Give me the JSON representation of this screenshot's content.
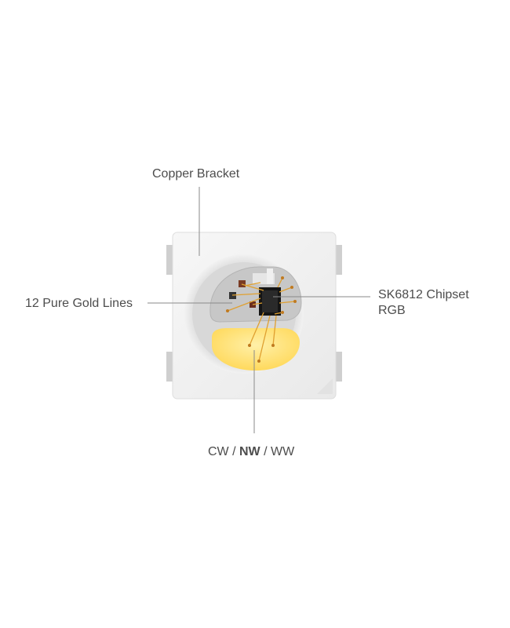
{
  "labels": {
    "copper_bracket": "Copper Bracket",
    "gold_lines": "12 Pure Gold Lines",
    "chipset": "SK6812 Chipset",
    "chipset_sub": "RGB",
    "cct_cw": "CW / ",
    "cct_nw": "NW",
    "cct_ww": " / WW"
  },
  "colors": {
    "package": "#f1f1f1",
    "phosphor": "#ffe27a",
    "leader_line": "#8a8a8a",
    "gold_wire": "#e0a030"
  }
}
